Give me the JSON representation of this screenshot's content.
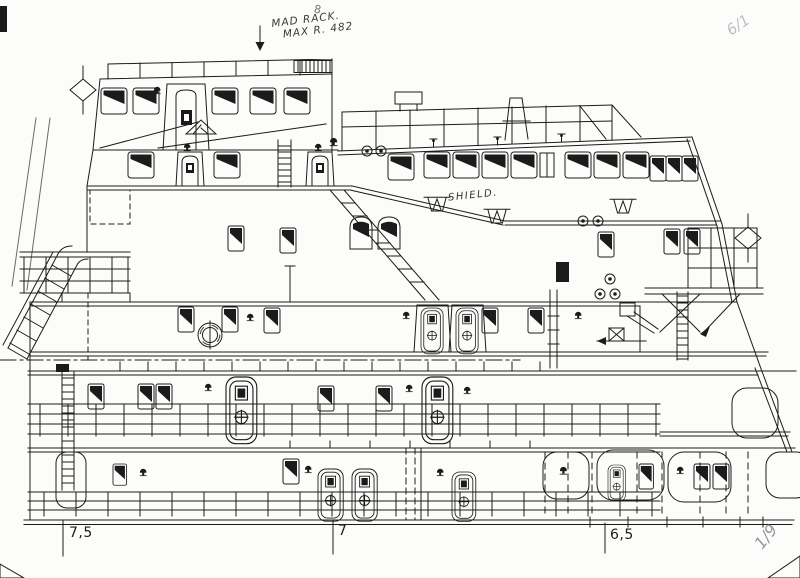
{
  "drawing": {
    "type": "ship superstructure side elevation, scanned technical drawing",
    "annotations": {
      "mad_rack_line1": "MAD RACK.",
      "mad_rack_line2": "MAX R. 482",
      "shield_label": "SHIELD.",
      "sheet_number": "6/1",
      "corner_mark": "1/9",
      "stray_mark": "8"
    },
    "dimension_marks": [
      {
        "label": "7,5"
      },
      {
        "label": "7"
      },
      {
        "label": "6,5"
      }
    ],
    "colors": {
      "ink": "#1b1b1b",
      "paper": "#fcfcfa",
      "pencil_light": "#bfbfc2",
      "pencil_dark": "#96969e"
    }
  }
}
